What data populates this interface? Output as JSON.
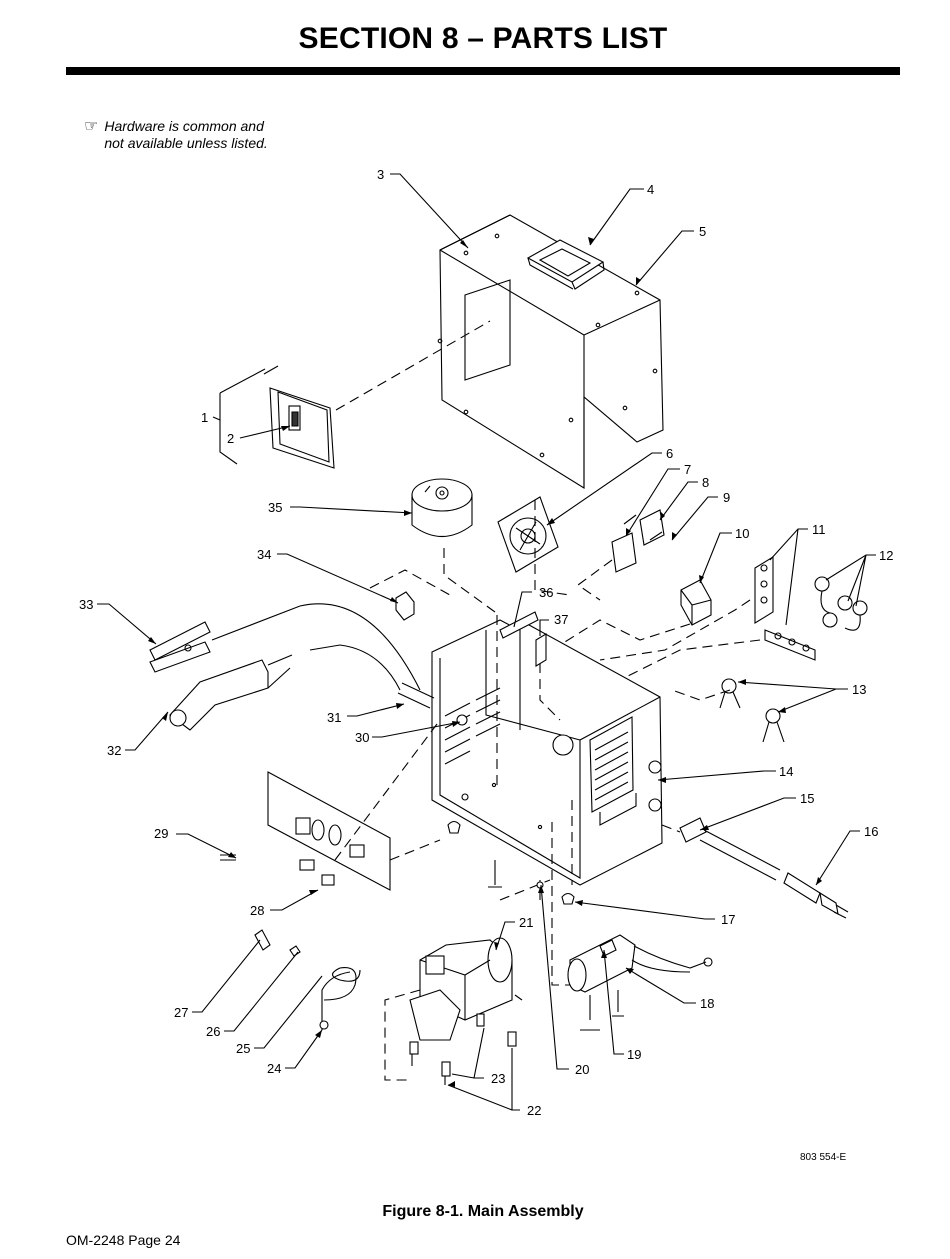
{
  "header": {
    "title": "SECTION 8 – PARTS LIST"
  },
  "note": {
    "icon": "pointing-hand-icon",
    "line1": "Hardware is common and",
    "line2": "not available unless listed."
  },
  "callouts": [
    "1",
    "2",
    "3",
    "4",
    "5",
    "6",
    "7",
    "8",
    "9",
    "10",
    "11",
    "12",
    "13",
    "14",
    "15",
    "16",
    "17",
    "18",
    "19",
    "20",
    "21",
    "22",
    "23",
    "24",
    "25",
    "26",
    "27",
    "28",
    "29",
    "30",
    "31",
    "32",
    "33",
    "34",
    "35",
    "36",
    "37"
  ],
  "drawing_number": "803 554-E",
  "figure_caption": "Figure 8-1. Main Assembly",
  "footer": {
    "page": "OM-2248 Page 24"
  }
}
